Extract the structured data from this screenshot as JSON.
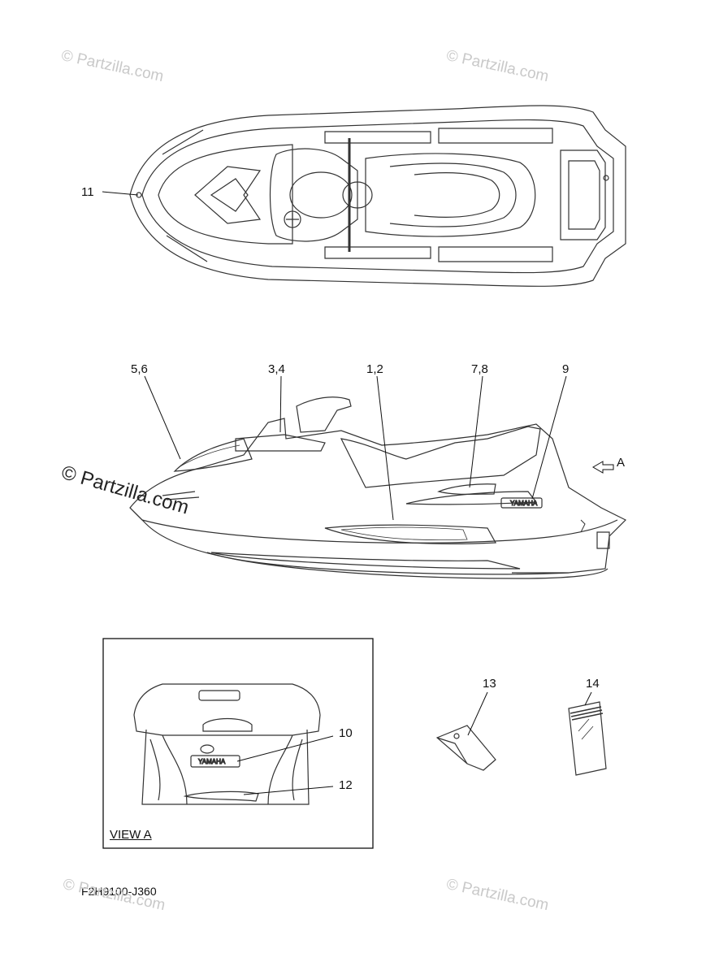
{
  "callouts": {
    "c11": "11",
    "c56": "5,6",
    "c34": "3,4",
    "c12": "1,2",
    "c78": "7,8",
    "c9": "9",
    "cA": "A",
    "c13": "13",
    "c14": "14",
    "c10": "10",
    "c12b": "12"
  },
  "view_label": "VIEW A",
  "diagram_code": "F2H9100-J360",
  "watermark": "© Partzilla.com",
  "decals": {
    "yamaha": "YAMAHA"
  }
}
